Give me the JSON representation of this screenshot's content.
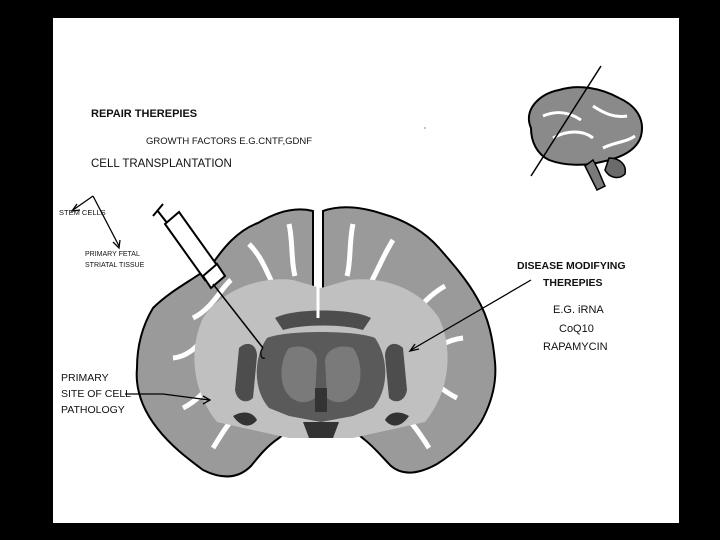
{
  "labels": {
    "repair_title": "REPAIR THEREPIES",
    "growth_factors": "GROWTH FACTORS E.G.CNTF,GDNF",
    "cell_transplantation": "CELL TRANSPLANTATION",
    "stem_cells": "STEM CELLS",
    "fetal_line1": "PRIMARY FETAL",
    "fetal_line2": "STRIATAL TISSUE",
    "disease_line1": "DISEASE MODIFYING",
    "disease_line2": "THEREPIES",
    "eg_irna": "E.G. iRNA",
    "coq10": "CoQ10",
    "rapamycin": "RAPAMYCIN",
    "primary_line1": "PRIMARY",
    "primary_line2": "SITE OF CELL",
    "primary_line3": "PATHOLOGY"
  },
  "colors": {
    "background": "#000000",
    "slide": "#ffffff",
    "cortex": "#9a9a9a",
    "white_matter": "#c0c0c0",
    "deep_nuclei": "#4d4d4d",
    "outline": "#000000"
  },
  "icons": [
    "brain-side-view-icon",
    "syringe-icon",
    "coronal-brain-section"
  ]
}
